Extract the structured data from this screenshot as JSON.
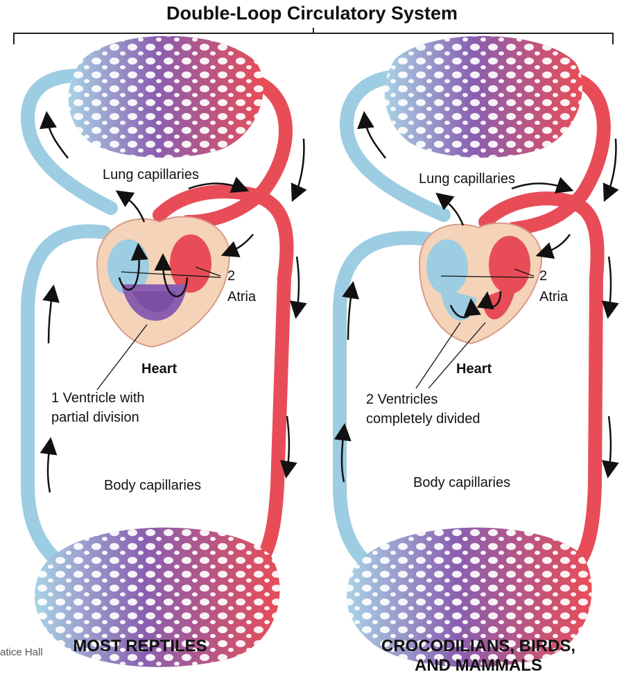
{
  "title": "Double-Loop Circulatory System",
  "credit": "atice Hall",
  "colors": {
    "oxygenated": "#e84d57",
    "deoxygenated": "#9ccde2",
    "mixed": "#8a5fb0",
    "heart_wall": "#f4d3b8",
    "arrow": "#111111"
  },
  "panels": [
    {
      "caption_line1": "MOST REPTILES",
      "caption_line2": "",
      "lung_label": "Lung capillaries",
      "body_label": "Body capillaries",
      "heart_label": "Heart",
      "atria_label_1": "2",
      "atria_label_2": "Atria",
      "ventricle_label_1": "1 Ventricle with",
      "ventricle_label_2": "partial division"
    },
    {
      "caption_line1": "CROCODILIANS, BIRDS,",
      "caption_line2": "AND MAMMALS",
      "lung_label": "Lung capillaries",
      "body_label": "Body capillaries",
      "heart_label": "Heart",
      "atria_label_1": "2",
      "atria_label_2": "Atria",
      "ventricle_label_1": "2 Ventricles",
      "ventricle_label_2": "completely divided"
    }
  ]
}
